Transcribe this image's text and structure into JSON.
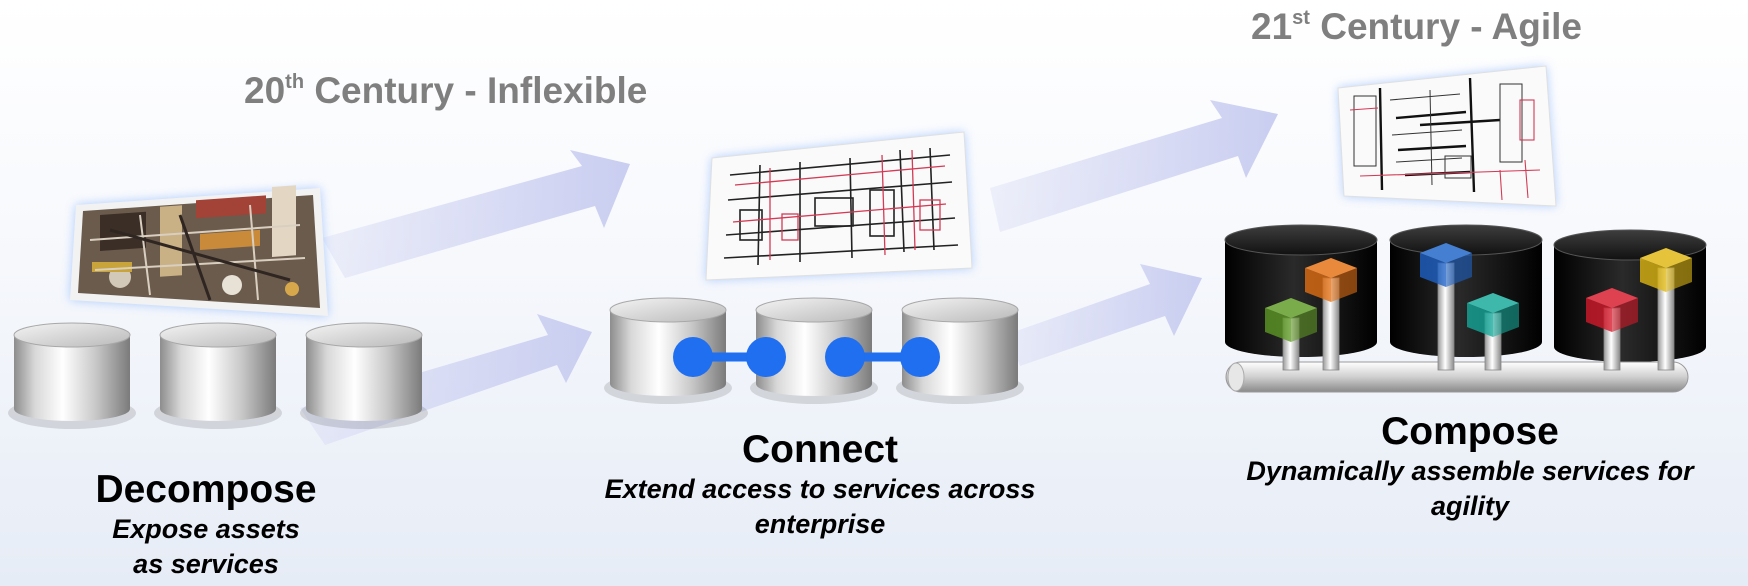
{
  "eras": {
    "old": {
      "number": "20",
      "suffix": "th",
      "label": "Century - Inflexible"
    },
    "new": {
      "number": "21",
      "suffix": "st",
      "label": "Century - Agile"
    }
  },
  "stages": {
    "decompose": {
      "title": "Decompose",
      "desc_line1": "Expose assets",
      "desc_line2": "as services"
    },
    "connect": {
      "title": "Connect",
      "desc_line1": "Extend access to services across",
      "desc_line2": "enterprise"
    },
    "compose": {
      "title": "Compose",
      "desc_line1": "Dynamically assemble services for",
      "desc_line2": "agility"
    }
  },
  "colors": {
    "arrow": "#c9cdf0",
    "connector": "#1f6ff0",
    "era_text": "#7f7f7f",
    "cubes": [
      "#5f9a24",
      "#e46f12",
      "#1d63c8",
      "#15a99a",
      "#d7182a",
      "#e0b812"
    ]
  },
  "icons": [
    "circuit-board-photo-icon",
    "schematic-icon",
    "database-cylinder-icon",
    "service-cube-icon",
    "pipe-bus-icon"
  ]
}
